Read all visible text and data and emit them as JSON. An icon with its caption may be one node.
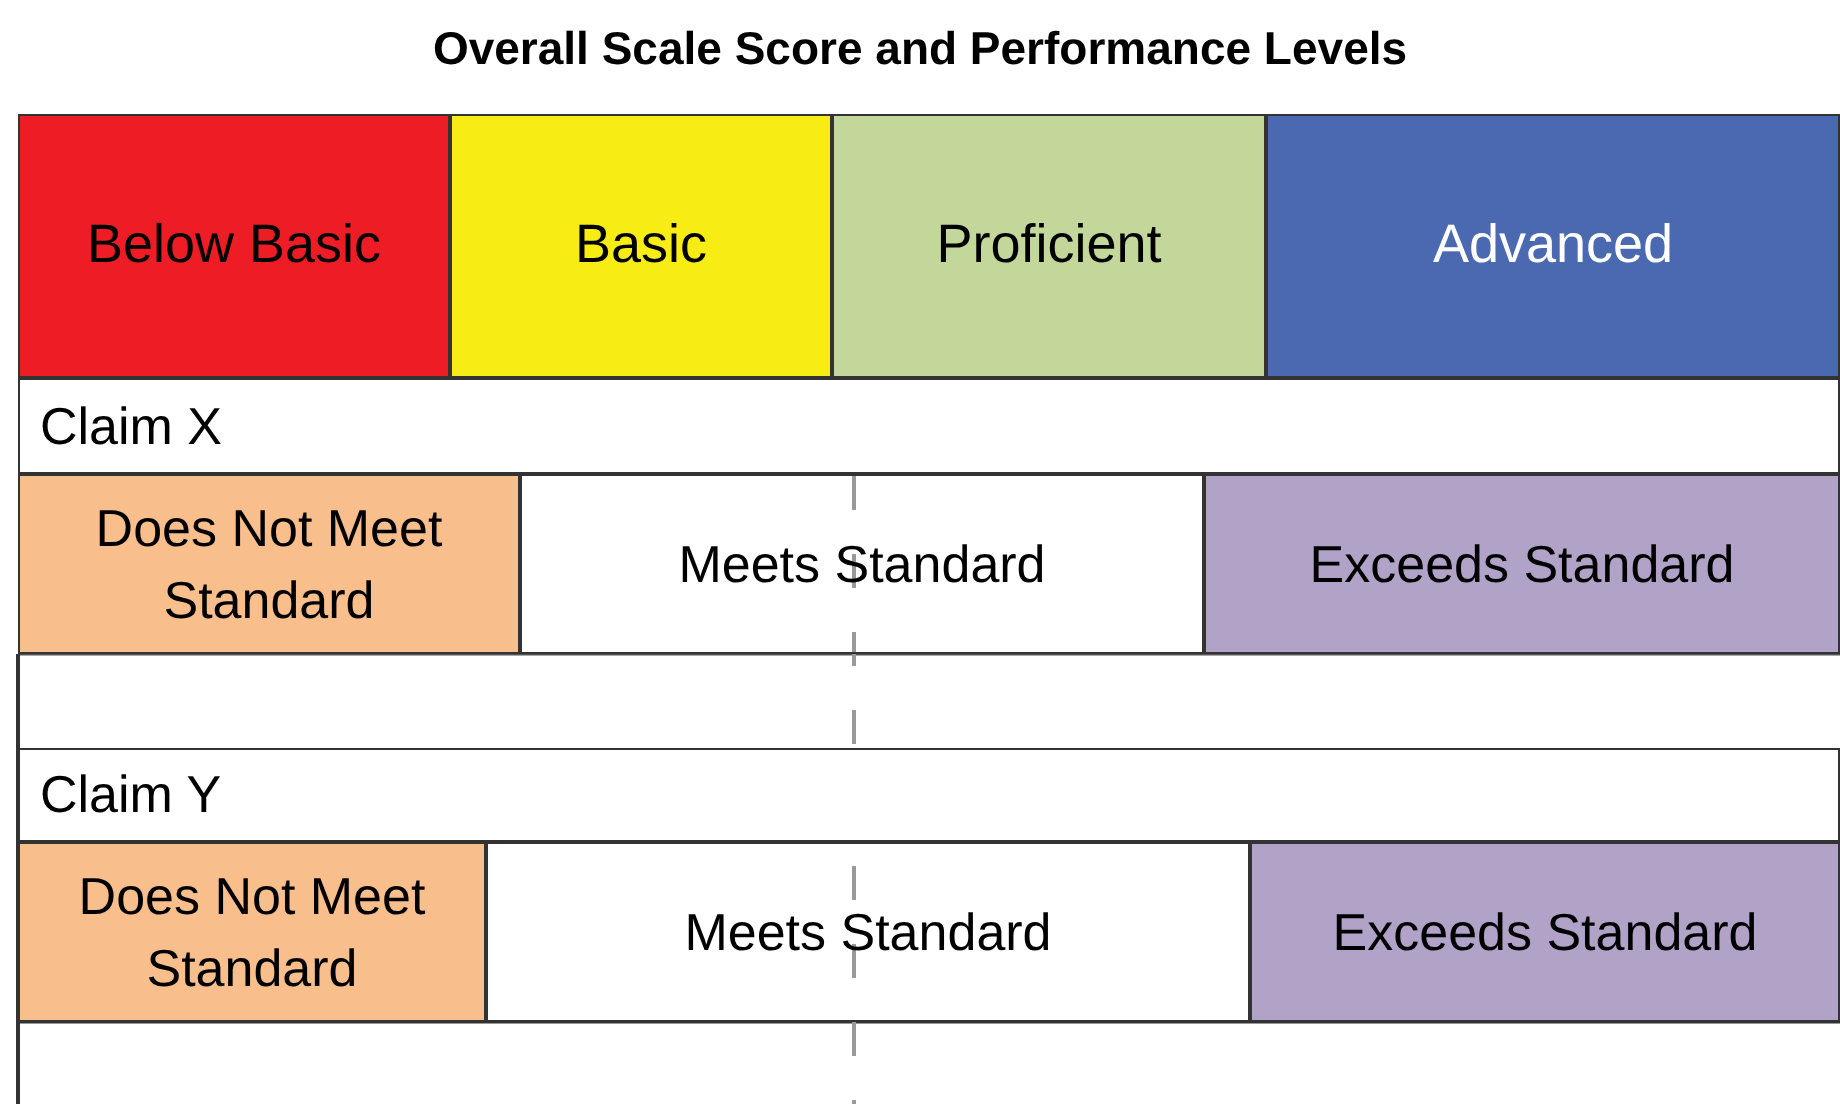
{
  "diagram": {
    "title": "Overall Scale Score and Performance Levels",
    "nodes": [
      {
        "text": [
          "Below Basic"
        ]
      },
      {
        "text": [
          "Basic"
        ]
      },
      {
        "text": [
          "Proficient"
        ]
      },
      {
        "text": [
          "Advanced"
        ]
      },
      {
        "text": [
          "Claim X"
        ]
      },
      {
        "text": [
          "Does Not Meet Standard"
        ]
      },
      {
        "text": [
          "Meets Standard"
        ]
      },
      {
        "text": [
          "Exceeds Standard"
        ]
      },
      {
        "text": [
          "Claim Y"
        ]
      },
      {
        "text": [
          "Does Not Meet Standard"
        ]
      },
      {
        "text": [
          "Meets Standard"
        ]
      },
      {
        "text": [
          "Exceeds Standard"
        ]
      }
    ]
  }
}
